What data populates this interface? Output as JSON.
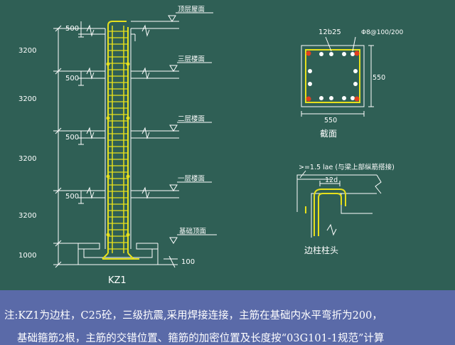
{
  "column": {
    "label": "KZ1",
    "levels": [
      "顶层屋面",
      "三层楼面",
      "二层楼面",
      "一层楼面",
      "基础顶面"
    ],
    "storey_heights": [
      "3200",
      "3200",
      "3200",
      "3200"
    ],
    "splice_lengths": [
      "500",
      "500",
      "500",
      "500"
    ],
    "base_height": "1000",
    "base_bend": "100"
  },
  "section": {
    "main_bars": "12b25",
    "stirrups": "Φ8@100/200",
    "width": "550",
    "height": "550",
    "caption": "截面"
  },
  "corner_detail": {
    "note": ">=1.5 lae (与梁上部纵筋搭接)",
    "dimension": "12d",
    "caption": "边柱柱头"
  },
  "note": {
    "line1": "注:KZ1为边柱，C25砼，三级抗震,采用焊接连接，主筋在基础内水平弯折为200，",
    "line2": "基础箍筋2根，主筋的交错位置、箍筋的加密位置及长度按“03G101-1规范”计算"
  }
}
